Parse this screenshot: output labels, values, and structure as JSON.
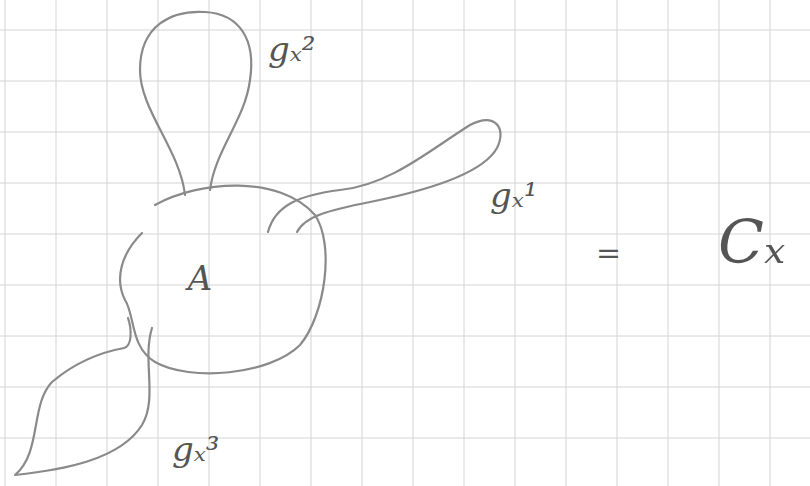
{
  "diagram": {
    "nodes": [
      {
        "text": [
          "A"
        ]
      }
    ],
    "labels": [
      "gₓ²",
      "gₓ¹",
      "gₓ³",
      "=",
      "Cₓ"
    ]
  }
}
